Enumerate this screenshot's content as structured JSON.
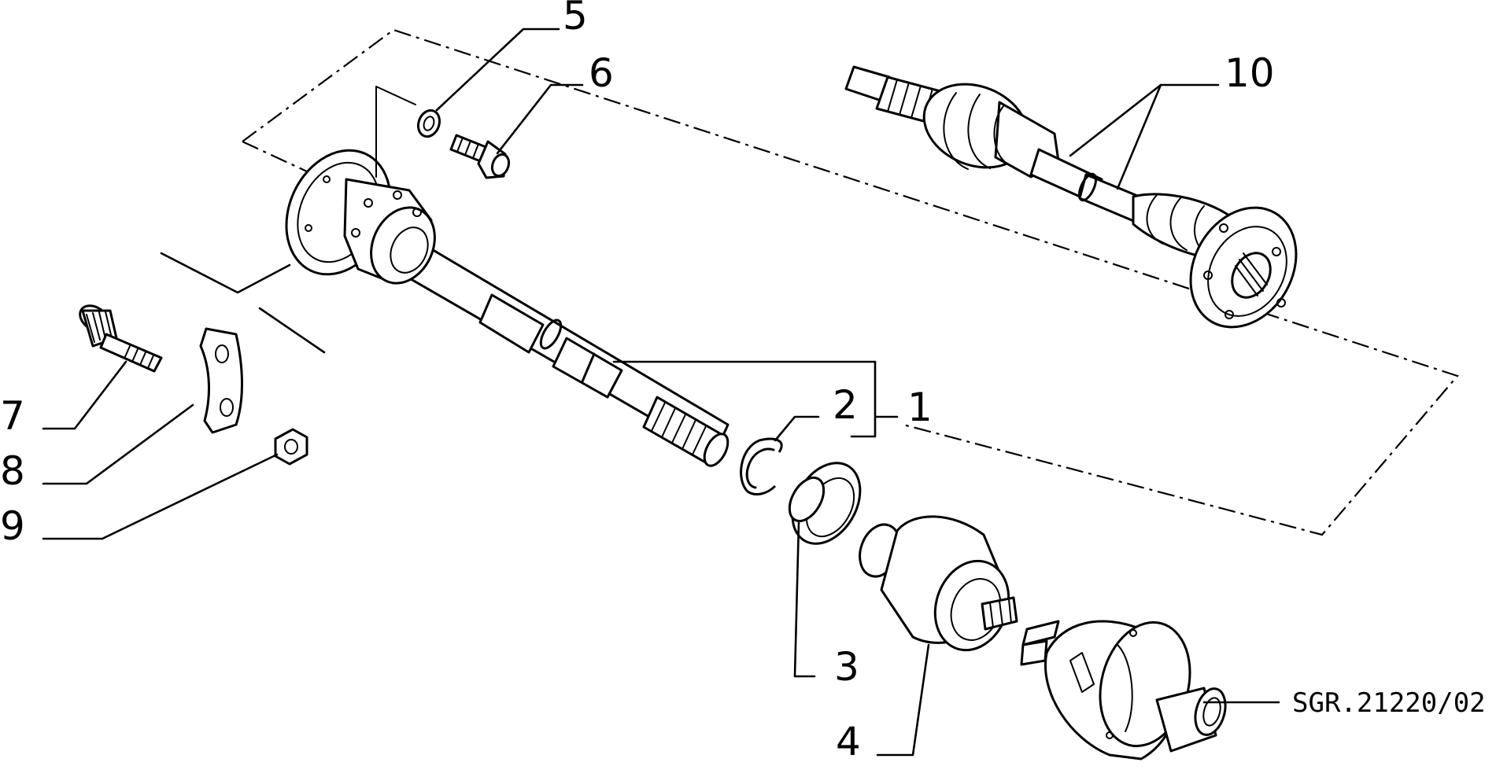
{
  "callouts": {
    "c1": "1",
    "c2": "2",
    "c3": "3",
    "c4": "4",
    "c5": "5",
    "c6": "6",
    "c7": "7",
    "c8": "8",
    "c9": "9",
    "c10": "10"
  },
  "drawing_code": "SGR.21220/02"
}
